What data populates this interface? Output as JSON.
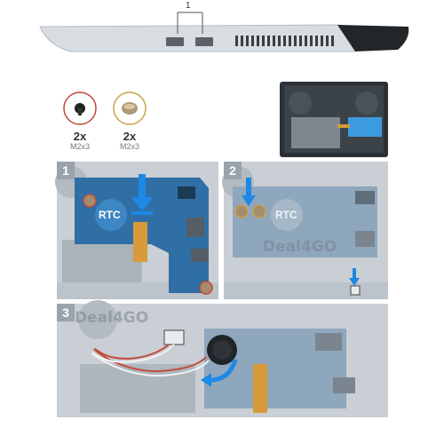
{
  "callout_number": "1",
  "screws": [
    {
      "count": "2x",
      "spec": "M2x3",
      "ring_color": "#c24a3a"
    },
    {
      "count": "2x",
      "spec": "M2x3",
      "ring_color": "#c9a24a"
    }
  ],
  "steps": [
    {
      "number": "1",
      "rtc_label": "RTC"
    },
    {
      "number": "2",
      "rtc_label": "RTC"
    },
    {
      "number": "3"
    }
  ],
  "watermark": "Deal4GO",
  "colors": {
    "arrow_blue": "#1e88e5",
    "board_blue": "#2f6fa6",
    "step_gray": "#9aa3ab"
  }
}
